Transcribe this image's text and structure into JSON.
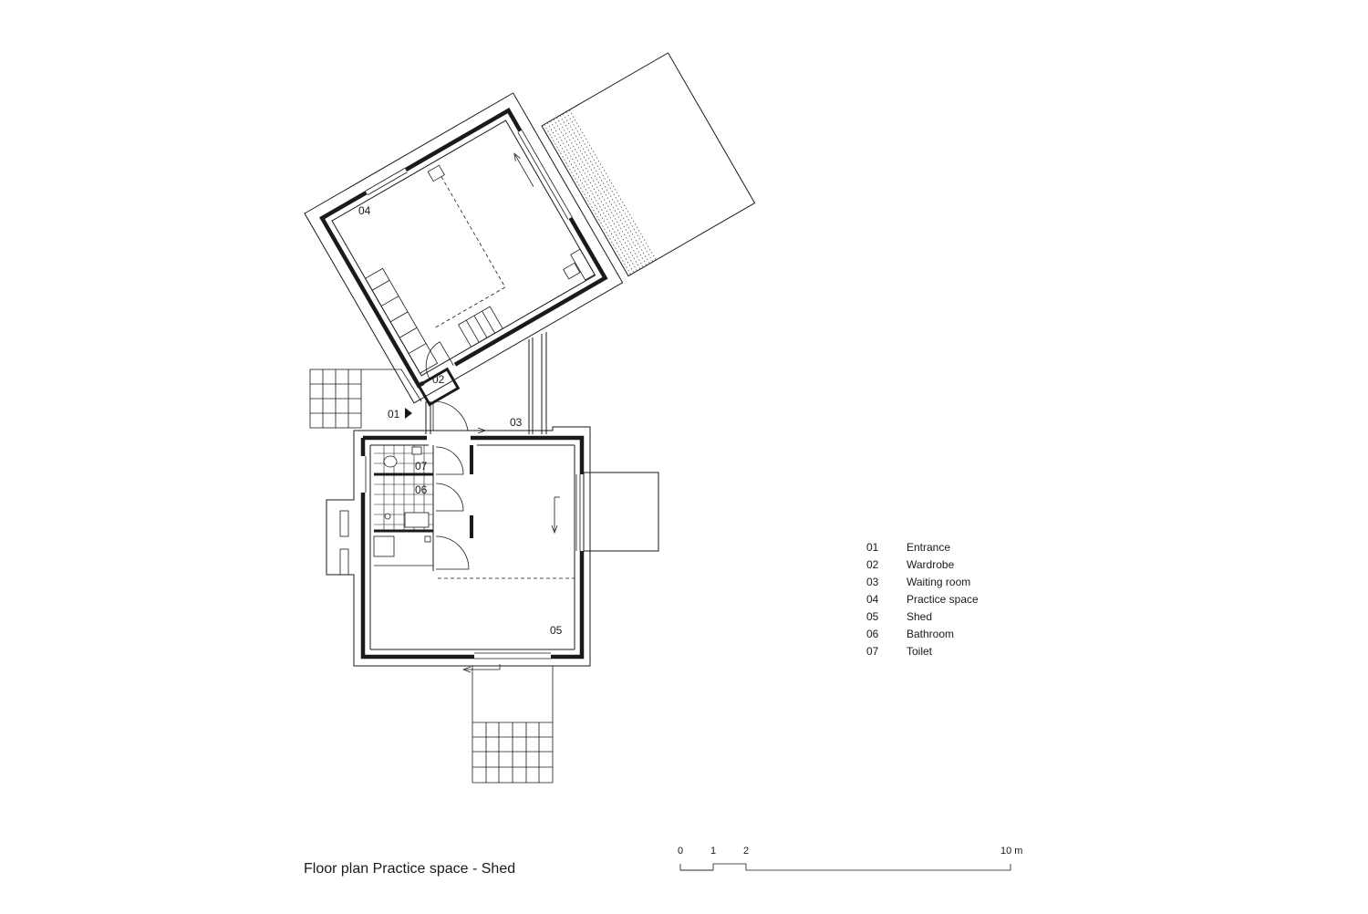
{
  "rooms": [
    {
      "num": "01",
      "name": "Entrance"
    },
    {
      "num": "02",
      "name": "Wardrobe"
    },
    {
      "num": "03",
      "name": "Waiting room"
    },
    {
      "num": "04",
      "name": "Practice space"
    },
    {
      "num": "05",
      "name": "Shed"
    },
    {
      "num": "06",
      "name": "Bathroom"
    },
    {
      "num": "07",
      "name": "Toilet"
    }
  ],
  "caption": "Floor plan Practice space - Shed",
  "scale": {
    "labels": [
      "0",
      "1",
      "2",
      "10 m"
    ]
  }
}
